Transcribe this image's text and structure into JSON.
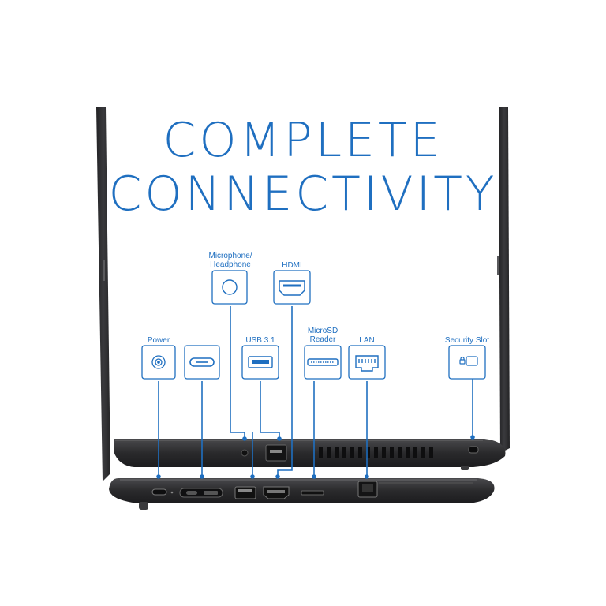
{
  "headline": {
    "line1": "COMPLETE",
    "line2": "CONNECTIVITY"
  },
  "ports": {
    "power": {
      "label": "Power",
      "icon": "power-port-icon"
    },
    "usb_c": {
      "label": "",
      "icon": "usb-c-port-icon"
    },
    "microphone": {
      "label_line1": "Microphone/",
      "label_line2": "Headphone",
      "icon": "audio-jack-icon"
    },
    "usb31": {
      "label": "USB 3.1",
      "icon": "usb-a-port-icon"
    },
    "hdmi": {
      "label": "HDMI",
      "icon": "hdmi-port-icon"
    },
    "microsd": {
      "label_line1": "MicroSD",
      "label_line2": "Reader",
      "icon": "microsd-slot-icon"
    },
    "lan": {
      "label": "LAN",
      "icon": "ethernet-port-icon"
    },
    "security": {
      "label": "Security Slot",
      "icon": "security-lock-icon"
    }
  },
  "colors": {
    "accent": "#1f6fc0",
    "laptop_body": "#2b2b2d",
    "laptop_edge": "#3b3b3e"
  }
}
